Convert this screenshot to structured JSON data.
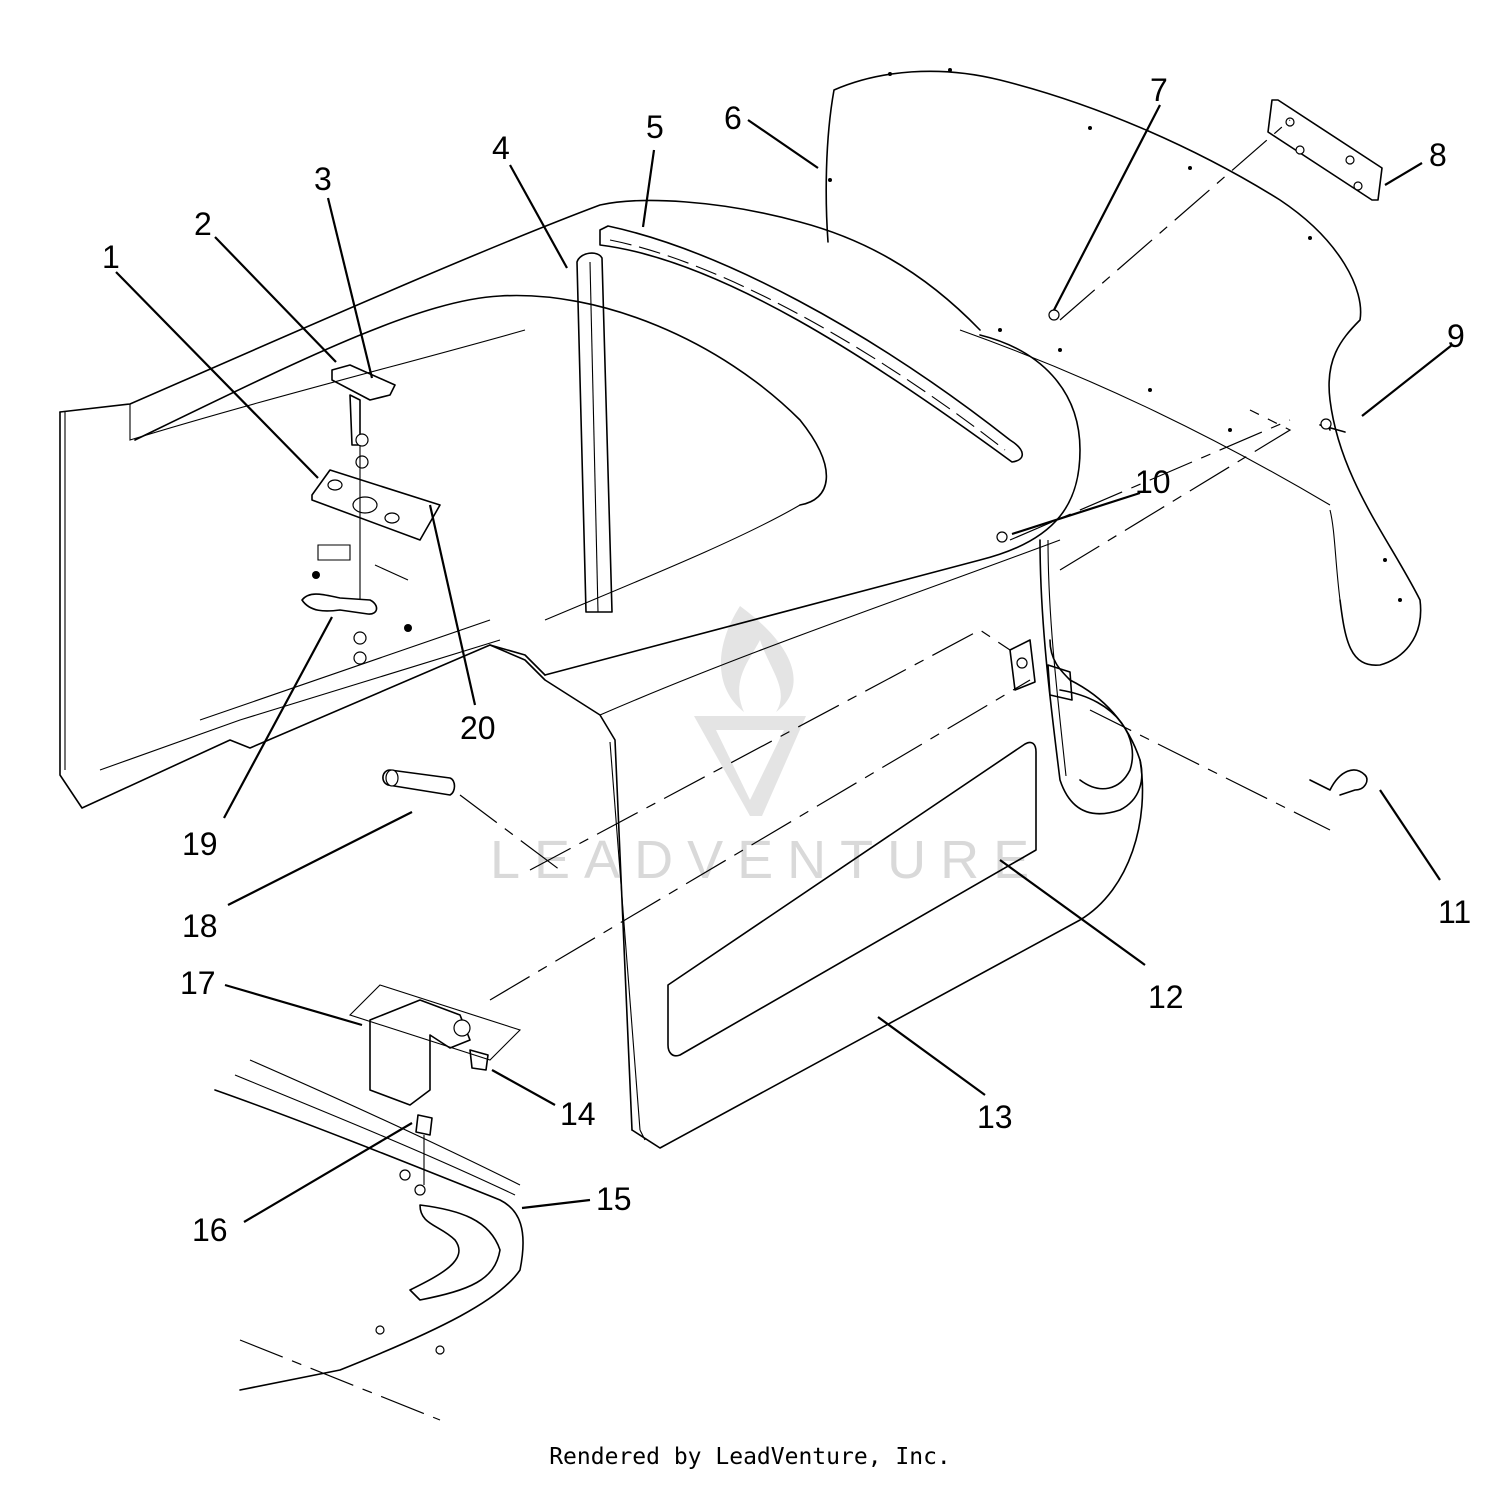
{
  "diagram": {
    "watermark": "LEADVENTURE",
    "credit": "Rendered by LeadVenture, Inc.",
    "callouts": [
      {
        "id": "1",
        "text": "1"
      },
      {
        "id": "2",
        "text": "2"
      },
      {
        "id": "3",
        "text": "3"
      },
      {
        "id": "4",
        "text": "4"
      },
      {
        "id": "5",
        "text": "5"
      },
      {
        "id": "6",
        "text": "6"
      },
      {
        "id": "7",
        "text": "7"
      },
      {
        "id": "8",
        "text": "8"
      },
      {
        "id": "9",
        "text": "9"
      },
      {
        "id": "10",
        "text": "10"
      },
      {
        "id": "11",
        "text": "11"
      },
      {
        "id": "12",
        "text": "12"
      },
      {
        "id": "13",
        "text": "13"
      },
      {
        "id": "14",
        "text": "14"
      },
      {
        "id": "15",
        "text": "15"
      },
      {
        "id": "16",
        "text": "16"
      },
      {
        "id": "17",
        "text": "17"
      },
      {
        "id": "18",
        "text": "18"
      },
      {
        "id": "19",
        "text": "19"
      },
      {
        "id": "20",
        "text": "20"
      }
    ]
  }
}
